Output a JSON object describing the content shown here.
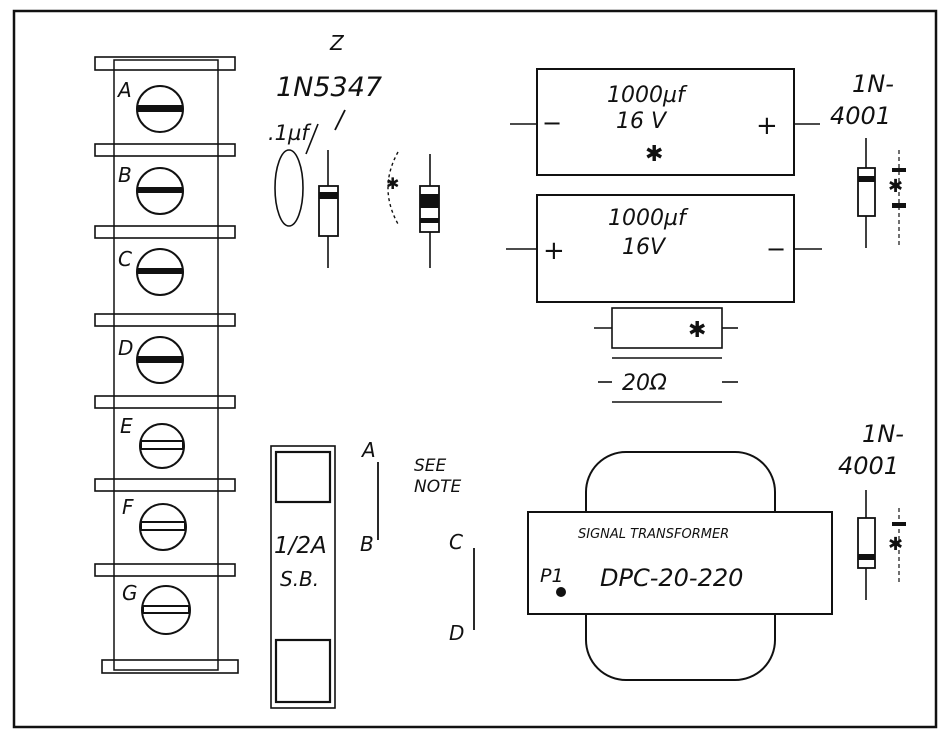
{
  "terminal_strip": {
    "labels": [
      "A",
      "B",
      "C",
      "D",
      "E",
      "F",
      "G"
    ]
  },
  "zener_diode": {
    "marker": "Z",
    "part": "1N5347"
  },
  "capacitor_small": {
    "value": ".1µf"
  },
  "capacitor_1": {
    "value": "1000µf",
    "voltage": "16 V",
    "minus": "−",
    "plus": "+",
    "mark": "✱"
  },
  "capacitor_2": {
    "value": "1000µf",
    "voltage": "16V",
    "minus": "−",
    "plus": "+"
  },
  "resistor": {
    "mark": "✱",
    "value": "20Ω"
  },
  "fuse": {
    "rating": "1/2A",
    "type": "S.B."
  },
  "jumper": {
    "a": "A",
    "b": "B",
    "c": "C",
    "d": "D",
    "note_line1": "SEE",
    "note_line2": "NOTE"
  },
  "diode_top": {
    "part_line1": "1N-",
    "part_line2": "4001",
    "mark": "✱"
  },
  "diode_bottom": {
    "part_line1": "1N-",
    "part_line2": "4001",
    "mark": "✱"
  },
  "transformer": {
    "title": "SIGNAL TRANSFORMER",
    "pin_label": "P1",
    "model": "DPC-20-220"
  },
  "polarity_mark_small_diode": "✱",
  "colors": {
    "ink": "#111111",
    "paper": "#ffffff"
  }
}
